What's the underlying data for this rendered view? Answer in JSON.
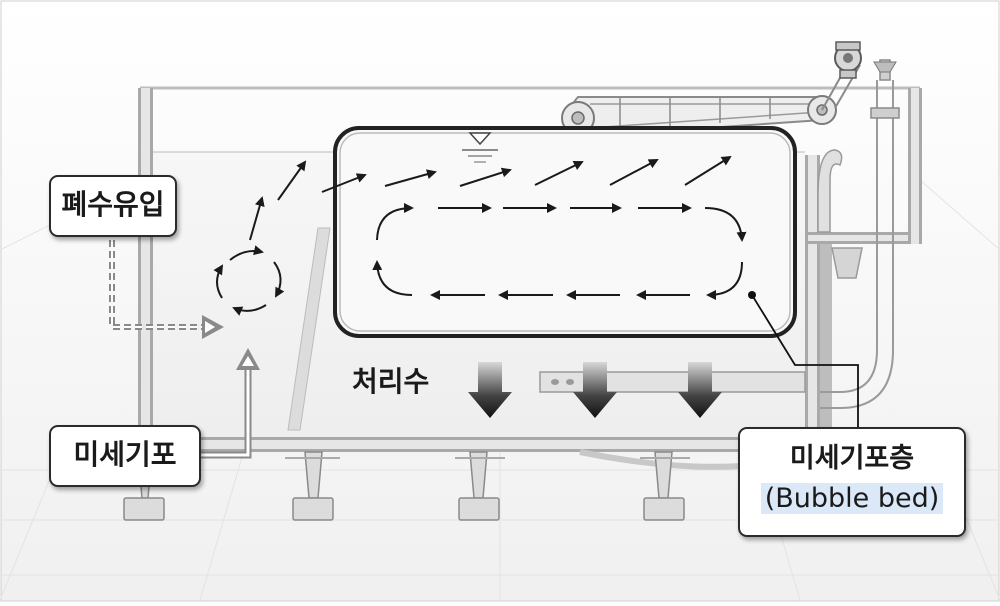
{
  "labels": {
    "inflow": "폐수유입",
    "microbubble": "미세기포",
    "treated_water": "처리수",
    "bubble_layer": "미세기포층",
    "bubble_layer_en": "(Bubble bed)"
  },
  "colors": {
    "tank_wall": "#a9a9a9",
    "tank_wall_inner": "#e6e6e6",
    "bubble_bed_border": "#222222",
    "arrow": "#1a1a1a",
    "highlight": "#dbe8f8"
  }
}
